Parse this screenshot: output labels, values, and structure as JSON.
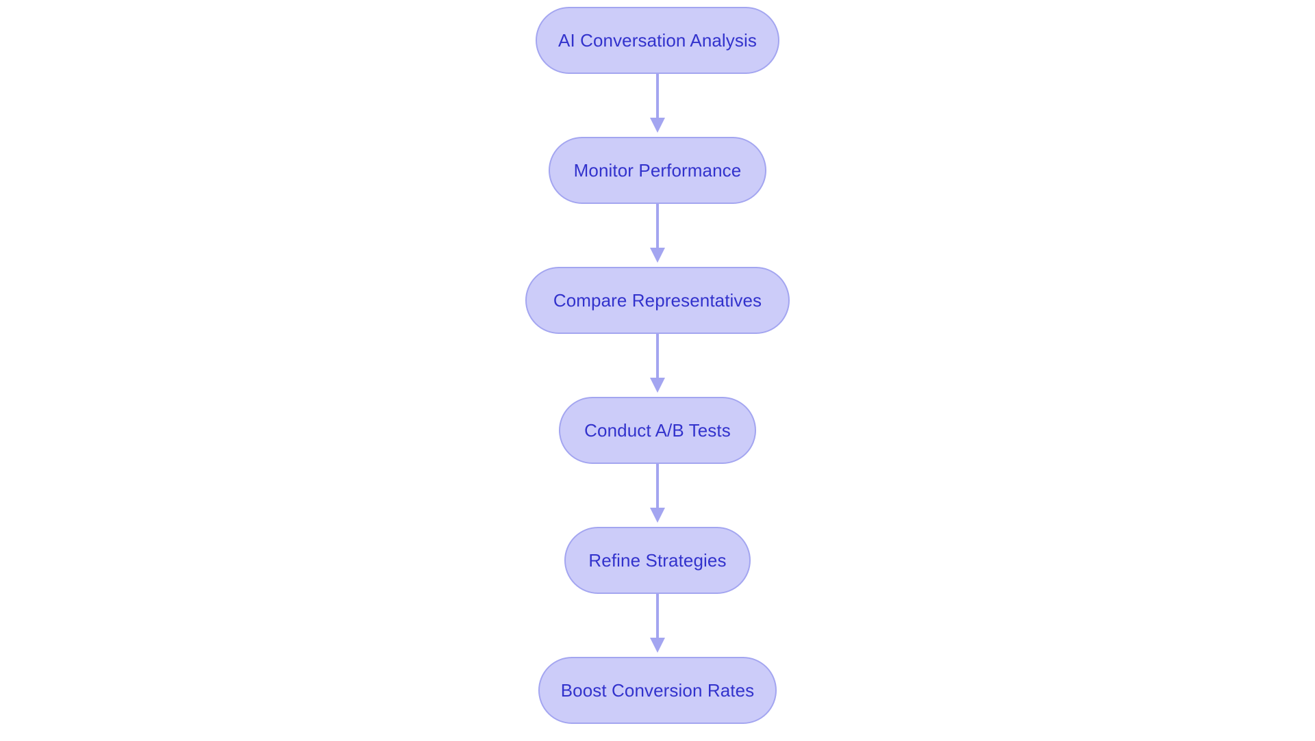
{
  "chart_data": {
    "type": "diagram",
    "diagram_type": "flowchart",
    "orientation": "vertical-top-to-bottom",
    "title": "",
    "background_color": "#ffffff",
    "node_fill_color": "#ccccf9",
    "node_border_color": "#a3a5f0",
    "node_text_color": "#3232cc",
    "connector_color": "#a3a5f0",
    "node_shape": "rounded-pill",
    "nodes": [
      {
        "id": "n0",
        "label": "AI Conversation Analysis",
        "order": 1
      },
      {
        "id": "n1",
        "label": "Monitor Performance",
        "order": 2
      },
      {
        "id": "n2",
        "label": "Compare Representatives",
        "order": 3
      },
      {
        "id": "n3",
        "label": "Conduct A/B Tests",
        "order": 4
      },
      {
        "id": "n4",
        "label": "Refine Strategies",
        "order": 5
      },
      {
        "id": "n5",
        "label": "Boost Conversion Rates",
        "order": 6
      }
    ],
    "edges": [
      {
        "from": "n0",
        "to": "n1",
        "label": "",
        "arrow": "down"
      },
      {
        "from": "n1",
        "to": "n2",
        "label": "",
        "arrow": "down"
      },
      {
        "from": "n2",
        "to": "n3",
        "label": "",
        "arrow": "down"
      },
      {
        "from": "n3",
        "to": "n4",
        "label": "",
        "arrow": "down"
      },
      {
        "from": "n4",
        "to": "n5",
        "label": "",
        "arrow": "down"
      }
    ]
  },
  "diagram": {
    "nodes": [
      {
        "label": "AI Conversation Analysis"
      },
      {
        "label": "Monitor Performance"
      },
      {
        "label": "Compare Representatives"
      },
      {
        "label": "Conduct A/B Tests"
      },
      {
        "label": "Refine Strategies"
      },
      {
        "label": "Boost Conversion Rates"
      }
    ],
    "connector_icon_name": "arrow-down-icon"
  }
}
